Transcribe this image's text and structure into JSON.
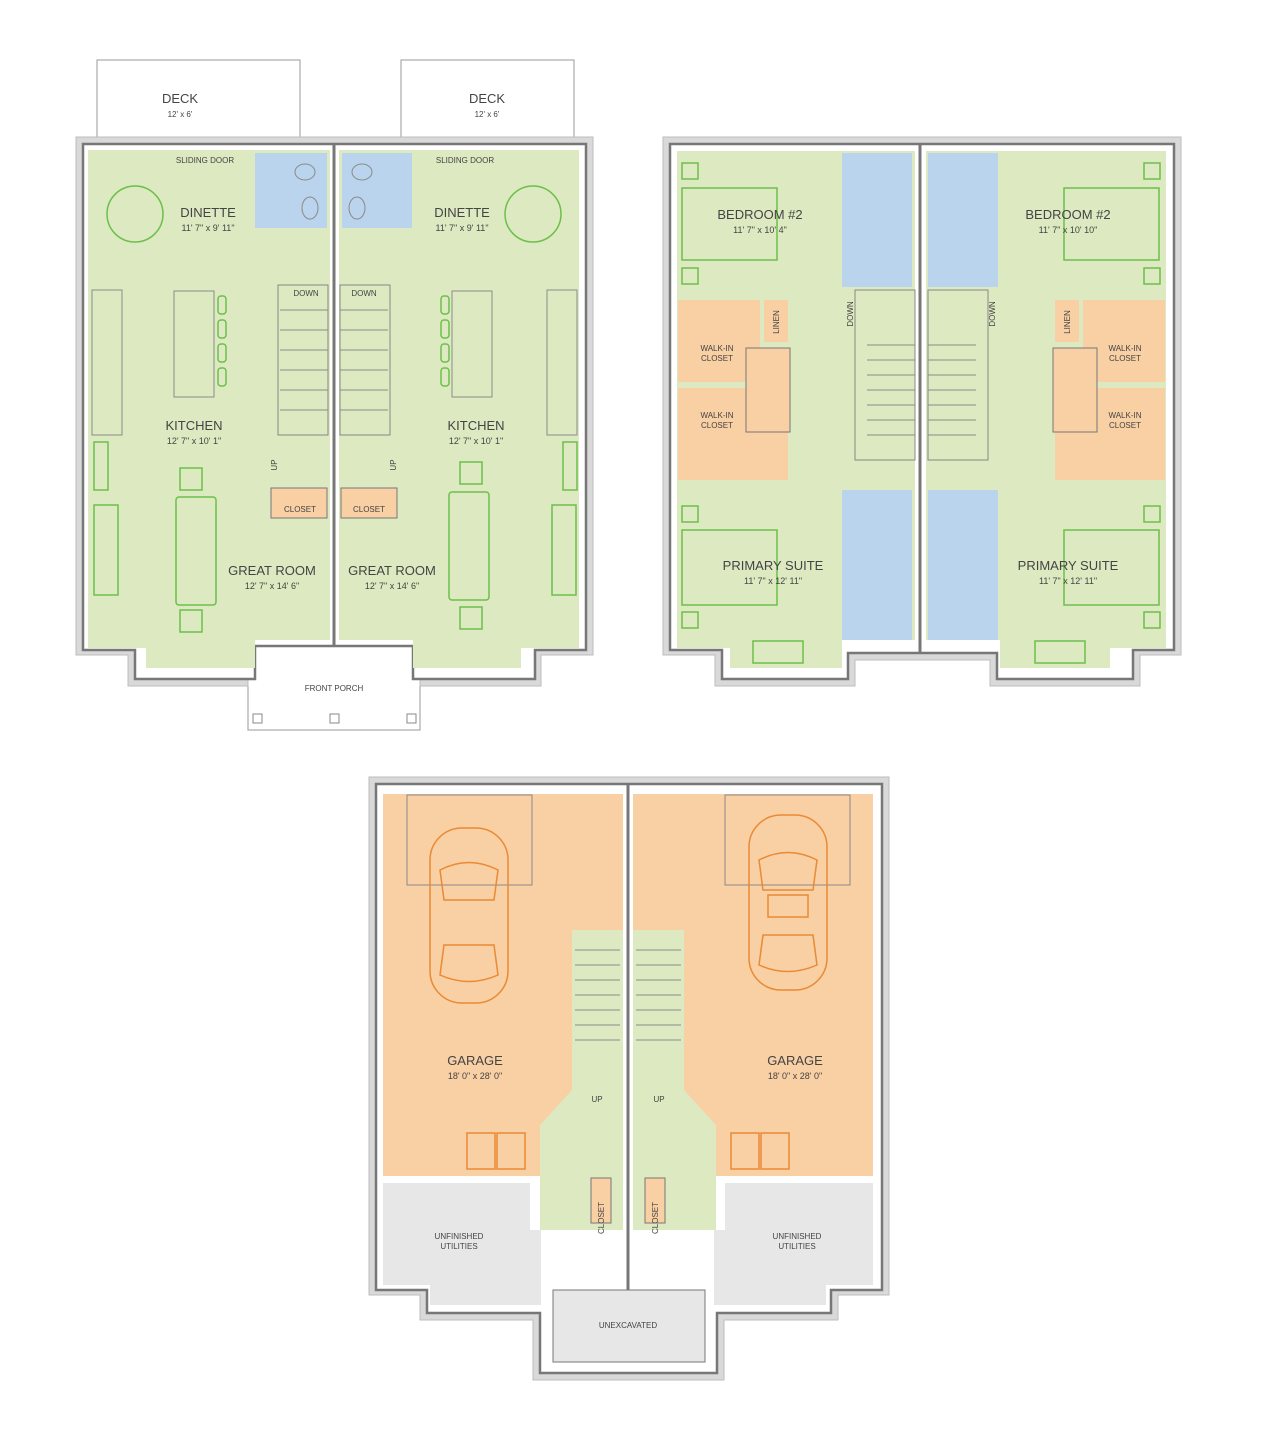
{
  "colors": {
    "living": "#dce9c1",
    "bath": "#b9d4ec",
    "storage": "#f9cfa4",
    "unfinished": "#e7e7e7",
    "wall": "#777777"
  },
  "main_floor": {
    "decks": [
      {
        "label": "DECK",
        "dim": "12' x 6'"
      },
      {
        "label": "DECK",
        "dim": "12' x 6'"
      }
    ],
    "sliding_door": "SLIDING DOOR",
    "dinette": {
      "label": "DINETTE",
      "dim": "11' 7\" x 9' 11\""
    },
    "kitchen": {
      "label": "KITCHEN",
      "dim": "12' 7\" x 10' 1\""
    },
    "great_room": {
      "label": "GREAT ROOM",
      "dim": "12' 7\" x 14' 6\""
    },
    "closet": "CLOSET",
    "down": "DOWN",
    "up": "UP",
    "front_porch": "FRONT PORCH"
  },
  "upper_floor": {
    "bedroom_left": {
      "label": "BEDROOM #2",
      "dim": "11' 7\" x 10' 4\""
    },
    "bedroom_right": {
      "label": "BEDROOM #2",
      "dim": "11' 7\" x 10' 10\""
    },
    "walk_in": "WALK-IN",
    "closet": "CLOSET",
    "linen": "LINEN",
    "down": "DOWN",
    "primary": {
      "label": "PRIMARY SUITE",
      "dim": "11' 7\" x 12' 11\""
    }
  },
  "lower_floor": {
    "garage": {
      "label": "GARAGE",
      "dim": "18' 0\" x 28' 0\""
    },
    "up": "UP",
    "closet": "CLOSET",
    "utilities": [
      "UNFINISHED",
      "UTILITIES"
    ],
    "unexcavated": "UNEXCAVATED"
  }
}
